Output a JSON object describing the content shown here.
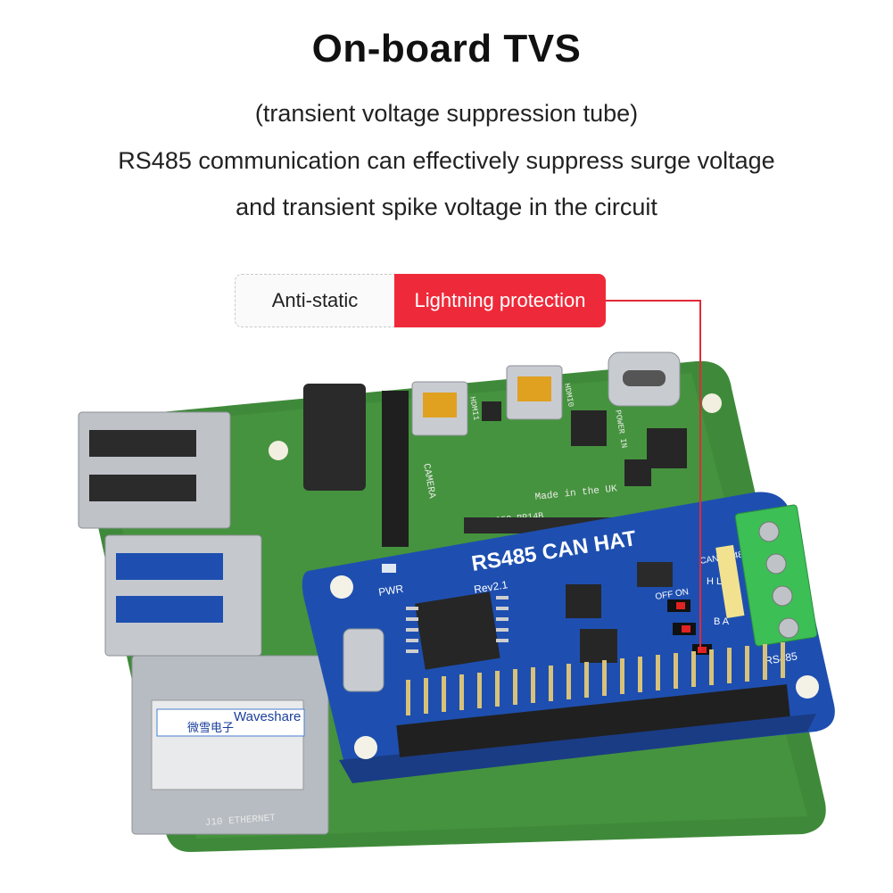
{
  "heading": "On-board TVS",
  "description": [
    "(transient voltage suppression tube)",
    "RS485 communication can effectively suppress surge voltage",
    "and transient spike voltage in the circuit"
  ],
  "tags": {
    "left": "Anti-static",
    "right": "Lightning protection"
  },
  "board_labels": {
    "hat_name": "RS485 CAN HAT",
    "revision": "Rev2.1",
    "pwr": "PWR",
    "rs485": "RS485",
    "can_rs485": "CAN RS485",
    "off_on": "OFF  ON",
    "pins_hl": "H  L",
    "pins_ba": "B  A",
    "usb_sticker": "Waveshare",
    "chinese_sticker": "微雪电子",
    "ethernet": "J10 ETHERNET",
    "camera": "CAMERA",
    "made_in": "Made in the UK",
    "power_in": "POWER IN",
    "hdmi0": "HDMI0",
    "hdmi1": "HDMI1",
    "ic": "IC: 20953-RP14B"
  },
  "colors": {
    "accent_red": "#ee2a3a",
    "pcb_green": "#3f8a3a",
    "hat_blue": "#1e4fb0",
    "terminal_green": "#3cbf55"
  }
}
